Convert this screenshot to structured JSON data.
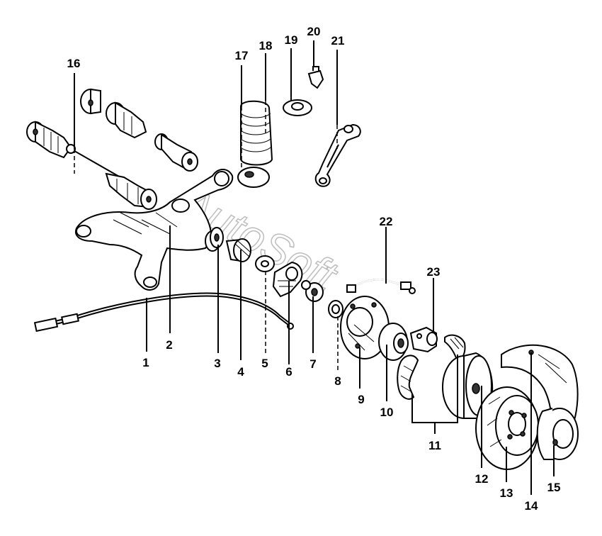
{
  "watermark": "AutoSoft",
  "callouts": [
    {
      "id": "1",
      "label": "1"
    },
    {
      "id": "2",
      "label": "2"
    },
    {
      "id": "3",
      "label": "3"
    },
    {
      "id": "4",
      "label": "4"
    },
    {
      "id": "5",
      "label": "5"
    },
    {
      "id": "6",
      "label": "6"
    },
    {
      "id": "7",
      "label": "7"
    },
    {
      "id": "8",
      "label": "8"
    },
    {
      "id": "9",
      "label": "9"
    },
    {
      "id": "10",
      "label": "10"
    },
    {
      "id": "11",
      "label": "11"
    },
    {
      "id": "12",
      "label": "12"
    },
    {
      "id": "13",
      "label": "13"
    },
    {
      "id": "14",
      "label": "14"
    },
    {
      "id": "15",
      "label": "15"
    },
    {
      "id": "16",
      "label": "16"
    },
    {
      "id": "17",
      "label": "17"
    },
    {
      "id": "18",
      "label": "18"
    },
    {
      "id": "19",
      "label": "19"
    },
    {
      "id": "20",
      "label": "20"
    },
    {
      "id": "21",
      "label": "21"
    },
    {
      "id": "22",
      "label": "22"
    },
    {
      "id": "23",
      "label": "23"
    }
  ]
}
